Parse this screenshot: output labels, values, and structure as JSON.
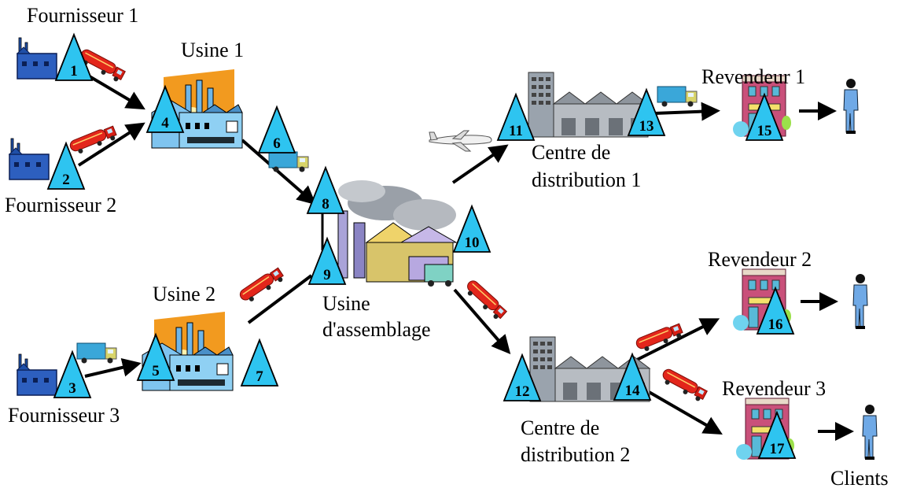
{
  "labels": {
    "fournisseur_1": "Fournisseur 1",
    "fournisseur_2": "Fournisseur 2",
    "fournisseur_3": "Fournisseur 3",
    "usine_1": "Usine 1",
    "usine_2": "Usine 2",
    "usine_assemblage_line1": "Usine",
    "usine_assemblage_line2": "d'assemblage",
    "centre_1_line1": "Centre de",
    "centre_1_line2": "distribution 1",
    "centre_2_line1": "Centre de",
    "centre_2_line2": "distribution 2",
    "revendeur_1": "Revendeur 1",
    "revendeur_2": "Revendeur 2",
    "revendeur_3": "Revendeur 3",
    "clients": "Clients"
  },
  "stock_points": [
    "1",
    "2",
    "3",
    "4",
    "5",
    "6",
    "7",
    "8",
    "9",
    "10",
    "11",
    "12",
    "13",
    "14",
    "15",
    "16",
    "17"
  ],
  "icons": {
    "supplier": "supplier-factory-icon",
    "factory": "factory-icon",
    "assembly": "assembly-plant-icon",
    "warehouse": "distribution-warehouse-icon",
    "shop": "retail-shop-icon",
    "client": "client-person-icon",
    "tanker": "tanker-truck-icon",
    "truck": "delivery-truck-icon",
    "plane": "airplane-icon",
    "stock": "stock-triangle-icon"
  },
  "colors": {
    "triangle": "#2ec4f0",
    "factory_blue": "#1f4fa8",
    "factory_sun": "#f29a1f",
    "tanker_red": "#e3261b",
    "truck_blue": "#3aa7d9",
    "shop_pink": "#c9507a",
    "person_blue": "#6fa9e6"
  }
}
